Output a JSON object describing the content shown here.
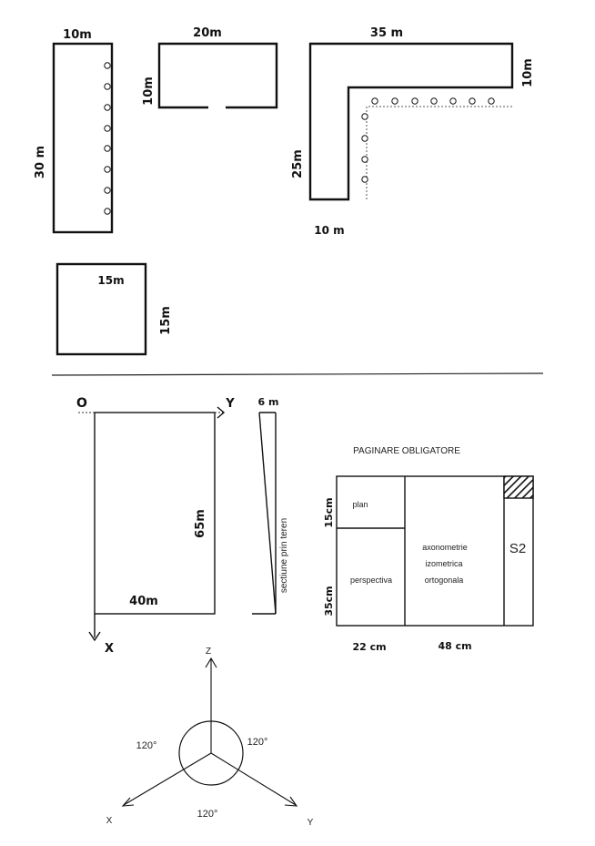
{
  "plans": {
    "rect_a": {
      "width": "10m",
      "height": "30 m"
    },
    "rect_b": {
      "width": "20m",
      "height": "10m"
    },
    "l_shape": {
      "top": "35 m",
      "right": "10m",
      "left": "25m",
      "bottom": "10 m"
    },
    "square": {
      "inner": "15m",
      "side": "15m"
    }
  },
  "terrain": {
    "origin": "O",
    "axis_y": "Y",
    "axis_x": "X",
    "width": "40m",
    "length": "65m",
    "drop": "6 m",
    "section_label": "sectiune prin teren"
  },
  "layout": {
    "title": "PAGINARE OBLIGATORE",
    "plan": "plan",
    "perspective": "perspectiva",
    "axo_line1": "axonometrie",
    "axo_line2": "izometrica",
    "axo_line3": "ortogonala",
    "sheet": "S2",
    "dim_top": "15cm",
    "dim_bottom": "35cm",
    "dim_left": "22 cm",
    "dim_right": "48 cm"
  },
  "axes": {
    "z": "Z",
    "x": "X",
    "y": "Y",
    "angle_left": "120°",
    "angle_right": "120°",
    "angle_bottom": "120°"
  }
}
